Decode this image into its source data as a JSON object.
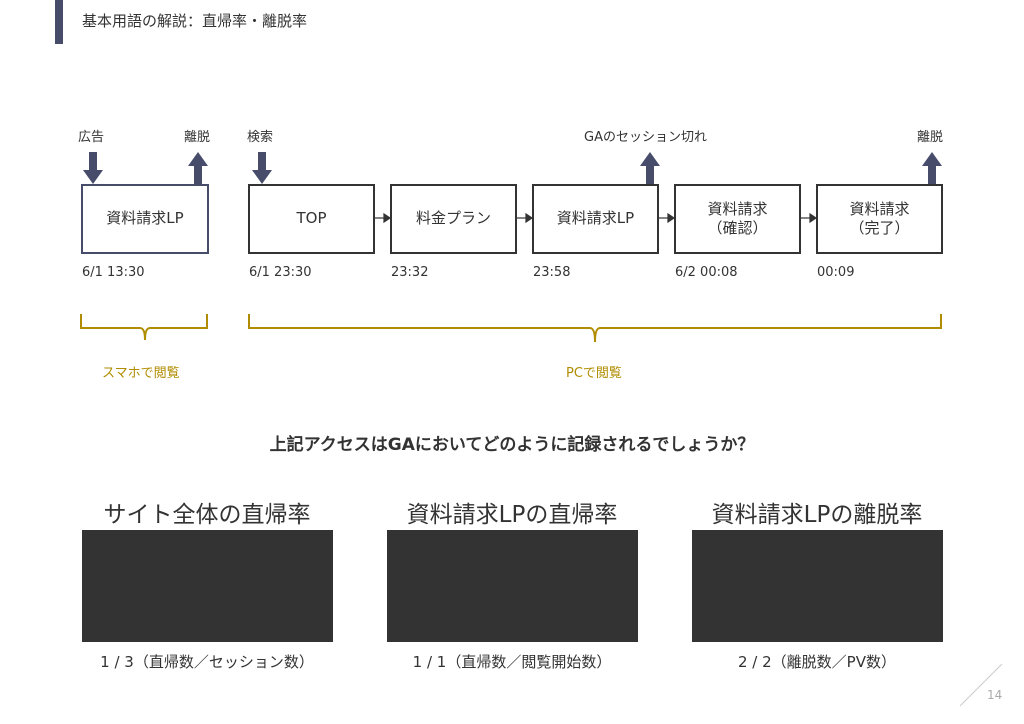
{
  "header": {
    "title": "基本用語の解説：直帰率・離脱率"
  },
  "flow": {
    "labels": {
      "ad": "広告",
      "exit_sp": "離脱",
      "search": "検索",
      "ga_session_cut": "GAのセッション切れ",
      "exit_pc": "離脱"
    },
    "boxes": {
      "lp_sp": "資料請求LP",
      "top": "TOP",
      "pricing": "料金プラン",
      "lp_pc": "資料請求LP",
      "confirm_line1": "資料請求",
      "confirm_line2": "（確認）",
      "complete_line1": "資料請求",
      "complete_line2": "（完了）"
    },
    "times": {
      "sp": "6/1 13:30",
      "top": "6/1 23:30",
      "pricing": "23:32",
      "lp_pc": "23:58",
      "confirm": "6/2 00:08",
      "complete": "00:09"
    },
    "groups": {
      "sp": "スマホで閲覧",
      "pc": "PCで閲覧"
    }
  },
  "question": "上記アクセスはGAにおいてどのように記録されるでしょうか？",
  "metrics": [
    {
      "title": "サイト全体の直帰率",
      "note": "1 / 3（直帰数／セッション数）"
    },
    {
      "title": "資料請求LPの直帰率",
      "note": "1 / 1（直帰数／閲覧開始数）"
    },
    {
      "title": "資料請求LPの離脱率",
      "note": "2 / 2（離脱数／PV数）"
    }
  ],
  "page_number": "14",
  "colors": {
    "accent": "#474c6b",
    "gold": "#b08d00",
    "dark": "#333333"
  }
}
